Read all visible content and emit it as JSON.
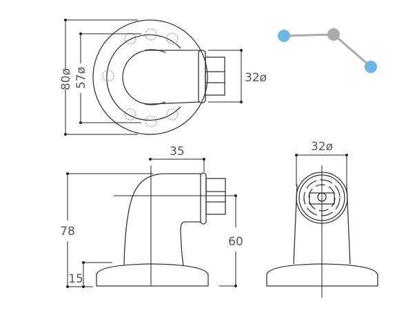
{
  "top_view": {
    "dim_outer": "80ø",
    "dim_inner": "57ø",
    "dim_plug": "32ø"
  },
  "side_view": {
    "dim_width": "35",
    "dim_height": "78",
    "dim_base": "15",
    "dim_center": "60"
  },
  "front_view": {
    "dim_diameter": "32ø"
  },
  "icon": {
    "node_color": "#6cb6e6",
    "mid_color": "#aaaaaa",
    "link_color": "#aaaaaa"
  }
}
